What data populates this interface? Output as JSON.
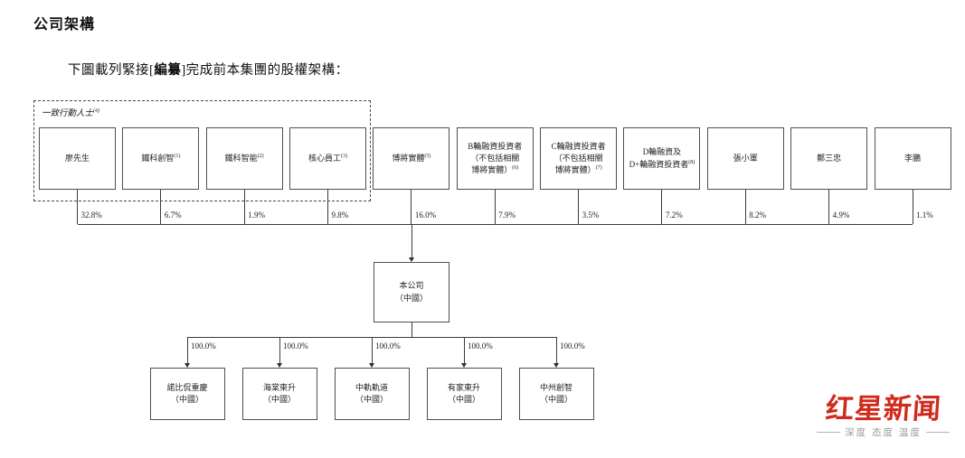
{
  "page": {
    "title": "公司架構",
    "subtitle": {
      "prefix": "下圖載列緊接[",
      "bold": "編纂",
      "suffix": "]完成前本集團的股權架構："
    }
  },
  "diagram": {
    "acting_in_concert_group": {
      "label": "一致行動人士",
      "footnote": "(4)",
      "member_count": 4
    },
    "shareholders": [
      {
        "lines": [
          "廖先生"
        ],
        "footnote": "",
        "pct": "32.8%"
      },
      {
        "lines": [
          "鐵科創智"
        ],
        "footnote": "(1)",
        "pct": "6.7%"
      },
      {
        "lines": [
          "鐵科智能"
        ],
        "footnote": "(2)",
        "pct": "1.9%"
      },
      {
        "lines": [
          "核心員工"
        ],
        "footnote": "(3)",
        "pct": "9.8%"
      },
      {
        "lines": [
          "博將實體"
        ],
        "footnote": "(5)",
        "pct": "16.0%"
      },
      {
        "lines": [
          "B輪融資投資者",
          "（不包括相關",
          "博將實體）"
        ],
        "footnote": "(6)",
        "pct": "7.9%"
      },
      {
        "lines": [
          "C輪融資投資者",
          "（不包括相關",
          "博將實體）"
        ],
        "footnote": "(7)",
        "pct": "3.5%"
      },
      {
        "lines": [
          "D輪融資及",
          "D+輪融資投資者"
        ],
        "footnote": "(8)",
        "pct": "7.2%"
      },
      {
        "lines": [
          "張小軍"
        ],
        "footnote": "",
        "pct": "8.2%"
      },
      {
        "lines": [
          "鄭三忠"
        ],
        "footnote": "",
        "pct": "4.9%"
      },
      {
        "lines": [
          "李鵬"
        ],
        "footnote": "",
        "pct": "1.1%"
      }
    ],
    "parent_company": {
      "lines": [
        "本公司",
        "（中國）"
      ]
    },
    "subsidiaries": [
      {
        "lines": [
          "諾比侃重慶",
          "（中國）"
        ],
        "pct": "100.0%"
      },
      {
        "lines": [
          "海棠東升",
          "（中國）"
        ],
        "pct": "100.0%"
      },
      {
        "lines": [
          "中軌軌道",
          "（中國）"
        ],
        "pct": "100.0%"
      },
      {
        "lines": [
          "有家東升",
          "（中國）"
        ],
        "pct": "100.0%"
      },
      {
        "lines": [
          "中州創智",
          "（中國）"
        ],
        "pct": "100.0%"
      }
    ]
  },
  "watermark": {
    "brand": "红星新闻",
    "tagline": "深度 态度 温度",
    "brand_color": "#d02a1c"
  }
}
